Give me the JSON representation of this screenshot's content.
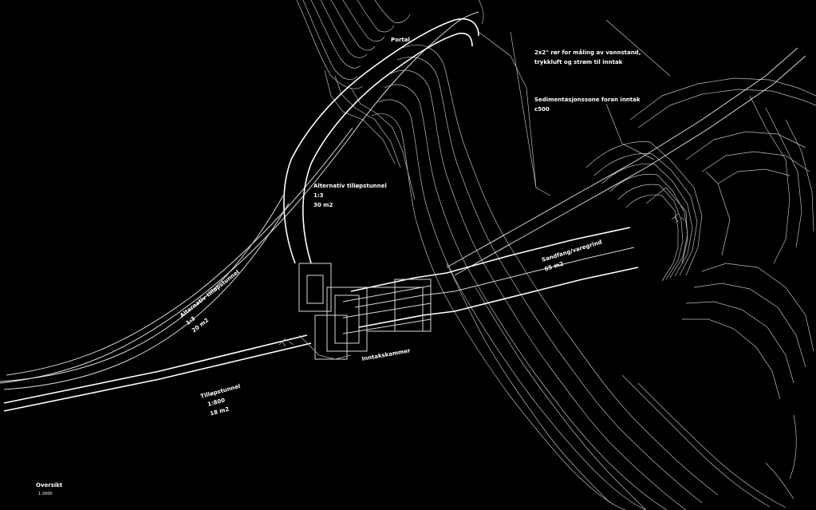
{
  "drawing": {
    "line_color": "#d9d9d9",
    "background": "#000000"
  },
  "labels": {
    "portal": "Portal",
    "sensor_pipe_line1": "2x2\" rør for måling av vannstand,",
    "sensor_pipe_line2": "trykkluft og strøm til inntak",
    "debris_zone_line1": "Sedimentasjonssone foran inntak",
    "debris_zone_line2": "c500",
    "steep_tunnel_line1": "Alternativ tilløpstunnel",
    "steep_tunnel_line2": "1:3",
    "steep_tunnel_line3": "30 m2",
    "sand_trap_line1": "Sandfang/varegrind",
    "sand_trap_line2": "65 m2",
    "inclined_tunnel_line1": "Alternativ tilløpstunnel",
    "inclined_tunnel_line2": "1:3",
    "inclined_tunnel_line3": "20 m2",
    "intake_chamber": "Inntakskammer",
    "access_tunnel_line1": "Tilløpstunnel",
    "access_tunnel_line2": "1:800",
    "access_tunnel_line3": "18 m2",
    "overview_title": "Oversikt",
    "overview_scale": "1:2000"
  }
}
